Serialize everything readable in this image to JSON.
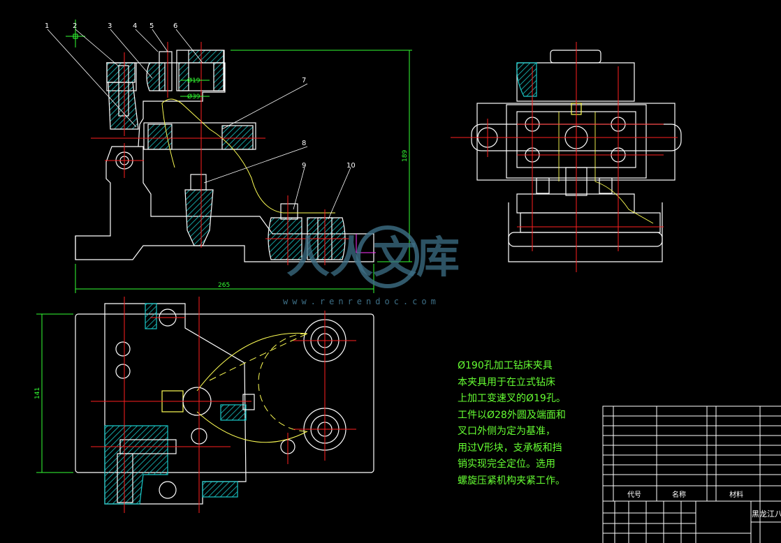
{
  "part_numbers": [
    "1",
    "2",
    "3",
    "4",
    "5",
    "6",
    "7",
    "8",
    "9",
    "10"
  ],
  "dimensions": {
    "bore_small": "Ø19",
    "bore_large": "Ø39",
    "height": "189",
    "width": "265",
    "depth": "141"
  },
  "description": {
    "title": "Ø190孔加工钻床夹具",
    "lines": [
      "本夹具用于在立式钻床",
      "上加工变速叉的Ø19孔。",
      "工件以Ø28外圆及端面和",
      "叉口外侧为定为基准，",
      "用过V形块，支承板和挡",
      "销实现完全定位。选用",
      "螺旋压紧机构夹紧工作。"
    ]
  },
  "title_block": {
    "col_code": "代号",
    "col_name": "名称",
    "col_material": "材料",
    "company": "黑龙江八一"
  },
  "watermark": {
    "text": "www.renrendoc.com",
    "brand": "人人文库"
  },
  "colors": {
    "background": "#000000",
    "outline": "#ffffff",
    "centerline": "#ff2020",
    "hatch": "#19c8c8",
    "dimension": "#33ff33",
    "workpiece": "#ffff55",
    "note": "#66ff33",
    "watermark": "#3d6f86"
  }
}
